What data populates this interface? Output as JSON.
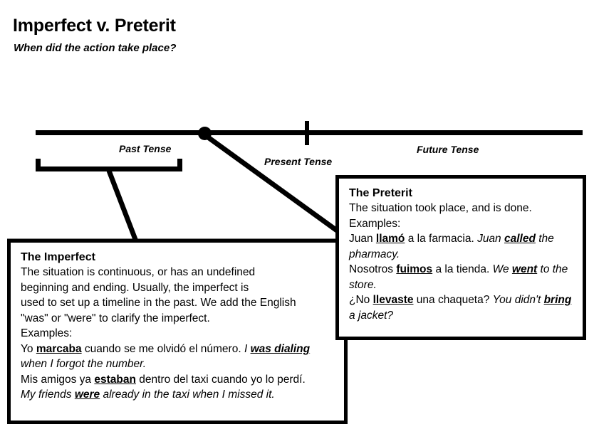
{
  "heading": {
    "title": "Imperfect v. Preterit",
    "subtitle": "When did the action take place?"
  },
  "timeline": {
    "labels": {
      "past": "Past Tense",
      "present": "Present Tense",
      "future": "Future Tense"
    },
    "markers": {
      "now_dot": "present-moment-dot",
      "present_tick": "present-tense-tick"
    },
    "past_bracket": "past-tense-span-bracket"
  },
  "imperfect": {
    "title": "The Imperfect",
    "description_lines": [
      "The situation is continuous, or has an undefined",
      "beginning and ending.  Usually, the imperfect is",
      "used to set up a timeline in the past.  We add the English",
      "\"was\" or \"were\" to clarify the imperfect."
    ],
    "examples_label": "Examples:",
    "examples": [
      {
        "es_before": "Yo ",
        "es_verb": "marcaba",
        "es_after": " cuando se me olvidó el número.  ",
        "en_before": "I ",
        "en_verb": "was dialing",
        "en_after": " when I forgot the number."
      },
      {
        "es_before": "Mis amigos ya ",
        "es_verb": "estaban",
        "es_after": " dentro del taxi cuando yo lo perdí.",
        "en_before": "My friends ",
        "en_verb": "were",
        "en_after": " already in the taxi when I missed it."
      }
    ]
  },
  "preterit": {
    "title": "The Preterit",
    "description_lines": [
      "The situation took place, and is done."
    ],
    "examples_label": "Examples:",
    "examples": [
      {
        "es_before": "Juan ",
        "es_verb": "llamó",
        "es_after": " a la farmacia.  ",
        "en_before": "Juan ",
        "en_verb": "called",
        "en_after": " the pharmacy."
      },
      {
        "es_before": "Nosotros ",
        "es_verb": "fuimos",
        "es_after": " a la tienda.  ",
        "en_before": "We ",
        "en_verb": "went",
        "en_after": " to the store."
      },
      {
        "es_before": "¿No ",
        "es_verb": "llevaste",
        "es_after": " una chaqueta?  ",
        "en_before": "You didn't ",
        "en_verb": "bring",
        "en_after": " a jacket?"
      }
    ]
  },
  "colors": {
    "ink": "#000000",
    "paper": "#ffffff"
  }
}
